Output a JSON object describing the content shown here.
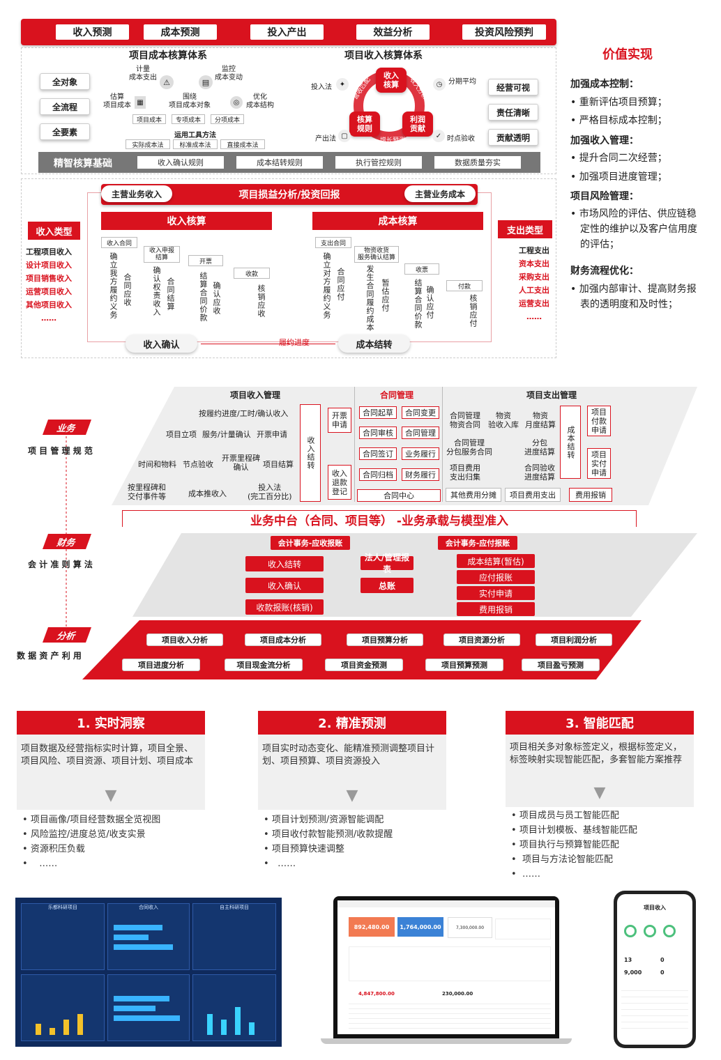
{
  "top_nav": [
    "收入预测",
    "成本预测",
    "投入产出",
    "效益分析",
    "投资风险预判"
  ],
  "cost_system": {
    "title": "项目成本核算体系",
    "left_buttons": [
      "全对象",
      "全流程",
      "全要素"
    ],
    "labels": [
      "计量\n成本支出",
      "监控\n成本变动",
      "估算\n项目成本",
      "围绕\n项目成本对象",
      "优化\n成本结构"
    ],
    "small_boxes": [
      "项目成本",
      "专项成本",
      "分项成本"
    ],
    "tools_title": "运用工具方法",
    "tools": [
      "实际成本法",
      "标准成本法",
      "直接成本法"
    ]
  },
  "income_system": {
    "title": "项目收入核算体系",
    "circle": [
      "收入\n核算",
      "核算\n规则",
      "利润\n贡献"
    ],
    "arc_labels": [
      "营收匹配",
      "收入分析",
      "增长预测"
    ],
    "labels": [
      "投入法",
      "分期平均",
      "产出法",
      "时点验收"
    ],
    "right_buttons": [
      "经营可视",
      "责任清晰",
      "贡献透明"
    ]
  },
  "base": {
    "title": "精智核算基础",
    "items": [
      "收入确认规则",
      "成本结转规则",
      "执行管控规则",
      "数据质量夯实"
    ]
  },
  "flow": {
    "top_left": "主营业务收入",
    "top_center": "项目损益分析/投资回报",
    "top_right": "主营业务成本",
    "income_title": "收入核算",
    "cost_title": "成本核算",
    "income_type": "收入类型",
    "income_types": [
      "工程项目收入",
      "设计项目收入",
      "项目销售收入",
      "运营项目收入",
      "其他项目收入",
      "……"
    ],
    "expense_type": "支出类型",
    "expense_types": [
      "工程支出",
      "资本支出",
      "采购支出",
      "人工支出",
      "运营支出",
      "……"
    ],
    "income_boxes": [
      "收入合同",
      "收入申报\n结算",
      "开票",
      "收款"
    ],
    "income_v": [
      "确立我方履约义务",
      "合同应收",
      "确认权责收入",
      "合同结算",
      "结算合同价款",
      "确认应收",
      "核销应收"
    ],
    "cost_boxes": [
      "支出合同",
      "物资收货\n服务确认结算",
      "收票",
      "付款"
    ],
    "cost_v": [
      "确立对方履约义务",
      "合同应付",
      "发生合同履约成本",
      "暂估应付",
      "结算合同价款",
      "确认应付",
      "核销应付"
    ],
    "bottom_left": "收入确认",
    "bottom_mid": "履约进度",
    "bottom_right": "成本结转"
  },
  "value": {
    "title": "价值实现",
    "groups": [
      {
        "head": "加强成本控制：",
        "items": [
          "重新评估项目预算；",
          "严格目标成本控制；"
        ]
      },
      {
        "head": "加强收入管理：",
        "items": [
          "提升合同二次经营；",
          "加强项目进度管理；"
        ]
      },
      {
        "head": "项目风险管理：",
        "items": [
          "市场风险的评估、供应链稳定性的维护以及客户信用度的评估；"
        ]
      },
      {
        "head": "财务流程优化：",
        "items": [
          "加强内部审计、提高财务报表的透明度和及时性；"
        ]
      }
    ]
  },
  "layers": {
    "business": "业务",
    "business_sub": "项 目 管 理 规 范",
    "finance": "财务",
    "finance_sub": "会 计 准 则 算 法",
    "analysis": "分析",
    "analysis_sub": "数 据 资 产 利 用"
  },
  "biz": {
    "income_mgmt": "项目收入管理",
    "contract_mgmt": "合同管理",
    "expense_mgmt": "项目支出管理",
    "income_items": [
      "按履约进度/工时/确认收入",
      "项目立项",
      "服务/计量确认",
      "开票申请",
      "时间和物料",
      "节点验收",
      "开票里程碑\n确认",
      "项目结算",
      "按里程碑和\n交付事件等",
      "成本推收入",
      "投入法\n(完工百分比)"
    ],
    "income_carry": "收入结转",
    "invoice_apply": "开票\n申请",
    "refund": "收入\n退款\n登记",
    "contract_items": [
      "合同起草",
      "合同变更",
      "合同审核",
      "合同管理",
      "合同签订",
      "业务履行",
      "合同归档",
      "财务履行",
      "合同中心"
    ],
    "expense_items": [
      "合同管理\n物资合同",
      "物资\n验收入库",
      "物资\n月度结算",
      "合同管理\n分包服务合同",
      "分包\n进度结算",
      "项目费用\n支出归集",
      "合同验收\n进度结算",
      "其他费用分摊",
      "项目费用支出",
      "费用报销"
    ],
    "cost_carry": "成本结转",
    "pay_apply": "项目\n付款\n申请",
    "actual_pay": "项目\n实付\n申请"
  },
  "middle_platform": "业务中台（合同、项目等） -业务承载与模型准入",
  "fin": {
    "ar_title": "会计事务-应收报账",
    "ap_title": "会计事务-应付报账",
    "ar_items": [
      "收入结转",
      "收入确认",
      "收款报账(核销)"
    ],
    "center_top": "法人/管理报表",
    "center": "总账",
    "ap_items": [
      "成本结算(暂估)",
      "应付报账",
      "实付申请",
      "费用报销"
    ]
  },
  "analysis_row1": [
    "项目收入分析",
    "项目成本分析",
    "项目预算分析",
    "项目资源分析",
    "项目利润分析"
  ],
  "analysis_row2": [
    "项目进度分析",
    "项目现金流分析",
    "项目资金预测",
    "项目预算预测",
    "项目盈亏预测"
  ],
  "cards": [
    {
      "title": "1. 实时洞察",
      "desc": "项目数据及经营指标实时计算，项目全景、项目风险、项目资源、项目计划、项目成本",
      "items": [
        "项目画像/项目经营数据全览视图",
        "风险监控/进度总览/收支实景",
        "资源积压负载",
        "……"
      ]
    },
    {
      "title": "2. 精准预测",
      "desc": "项目实时动态变化、能精准预测调整项目计划、项目预算、项目资源投入",
      "items": [
        "项目计划预测/资源智能调配",
        "项目收付款智能预测/收款提醒",
        "项目预算快速调整",
        "……"
      ]
    },
    {
      "title": "3. 智能匹配",
      "desc": "项目相关多对象标签定义，根据标签定义，标签映射实现智能匹配，多套智能方案推荐",
      "items": [
        "项目成员与员工智能匹配",
        "项目计划模板、基线智能匹配",
        "项目执行与预算智能匹配",
        "项目与方法论智能匹配",
        "……"
      ]
    }
  ],
  "screens": {
    "dash_titles": [
      "乐都科研项目",
      "合同收入",
      "自主科研项目"
    ],
    "laptop_values": [
      "892,480.00",
      "1,764,000.00",
      "7,300,000.00",
      "4,847,800.00",
      "230,000.00"
    ],
    "phone_title": "项目收入",
    "phone_values": [
      "13",
      "0",
      "9,000",
      "0"
    ]
  },
  "colors": {
    "primary": "#d9121e",
    "gray": "#777777",
    "dash": "#0f2a5c"
  }
}
